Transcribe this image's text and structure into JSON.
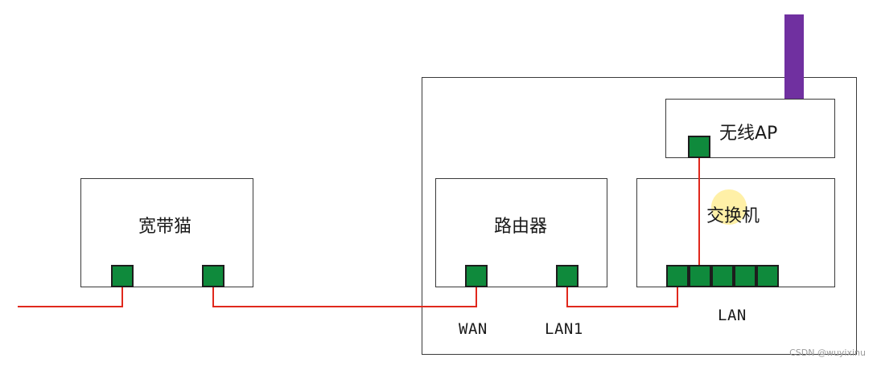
{
  "devices": {
    "modem": "宽带猫",
    "router": "路由器",
    "switch": "交换机",
    "ap": "无线AP"
  },
  "ports": {
    "wan": "WAN",
    "lan1": "LAN1",
    "lan": "LAN"
  },
  "watermark": "CSDN @wuyixinu",
  "colors": {
    "wire": "#e0281c",
    "port": "#0f8a3c",
    "antenna": "#7030a0"
  }
}
